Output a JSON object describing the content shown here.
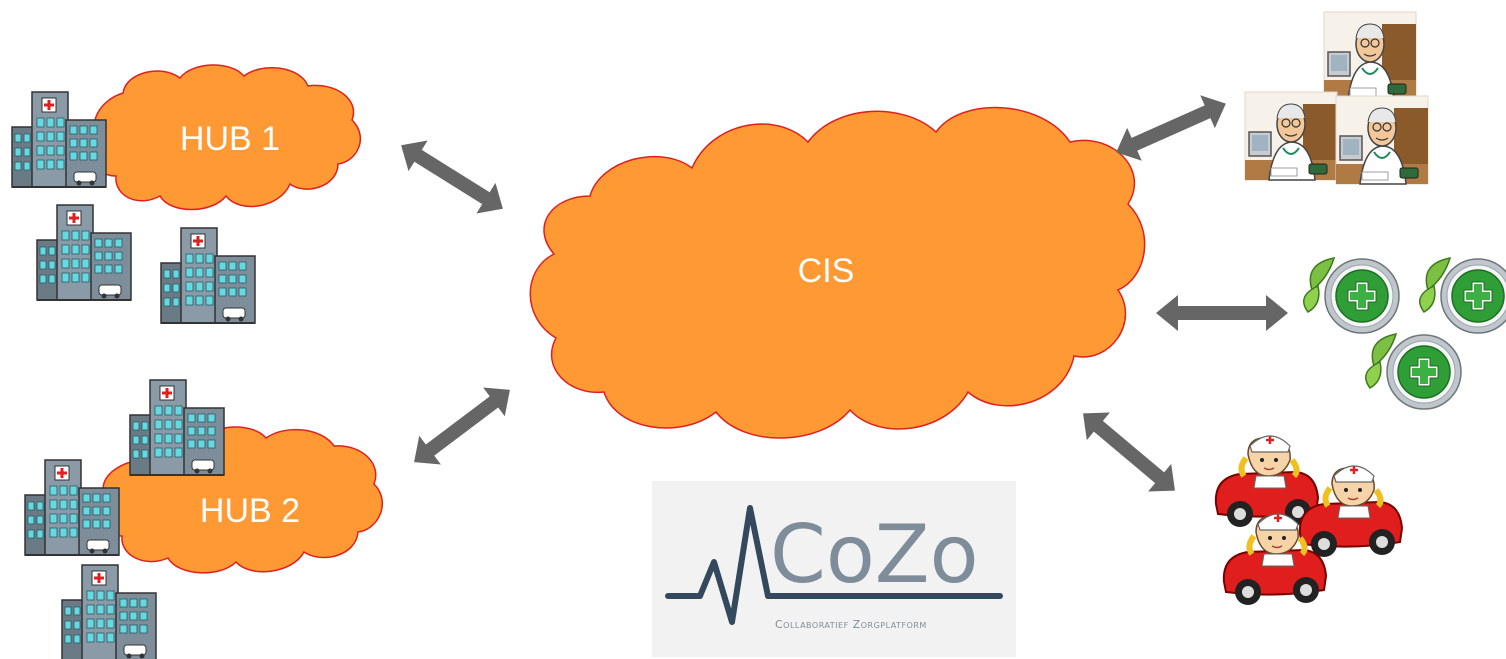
{
  "clouds": {
    "hub1": "HUB 1",
    "hub2": "HUB 2",
    "cis": "CIS"
  },
  "logo": {
    "name": "CoZo",
    "tagline": "Collaboratief Zorgplatform"
  },
  "colors": {
    "cloud_fill": "#FF9933",
    "cloud_stroke": "#E02020",
    "arrow": "#666666",
    "logo_bg": "#F2F2F2",
    "logo_text": "#7F8D9B",
    "logo_pulse": "#34495E"
  },
  "icons": {
    "hospitals": "hospital-building-icon",
    "doctors": "doctor-at-desk-icon",
    "pharmacies": "green-cross-pharmacy-icon",
    "home_nurses": "nurse-in-car-icon"
  }
}
